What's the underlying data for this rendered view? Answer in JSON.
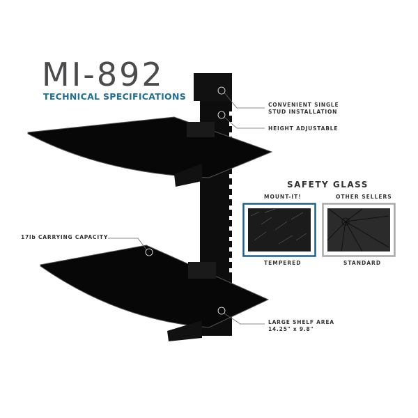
{
  "header": {
    "model": "MI-892",
    "subtitle": "TECHNICAL SPECIFICATIONS"
  },
  "callouts": {
    "stud": [
      "CONVENIENT SINGLE",
      "STUD INSTALLATION"
    ],
    "height": "HEIGHT ADJUSTABLE",
    "capacity": "17lb CARRYING CAPACITY",
    "area": [
      "LARGE SHELF AREA",
      "14.25\" x 9.8\""
    ]
  },
  "safety_glass": {
    "heading": "SAFETY GLASS",
    "left": {
      "label": "MOUNT-IT!",
      "caption": "TEMPERED"
    },
    "right": {
      "label": "OTHER SELLERS",
      "caption": "STANDARD"
    }
  },
  "colors": {
    "title": "#4b4b4d",
    "accent": "#1f6f96",
    "frame_left": "#1a5f8c",
    "frame_right": "#a8a8a8"
  }
}
